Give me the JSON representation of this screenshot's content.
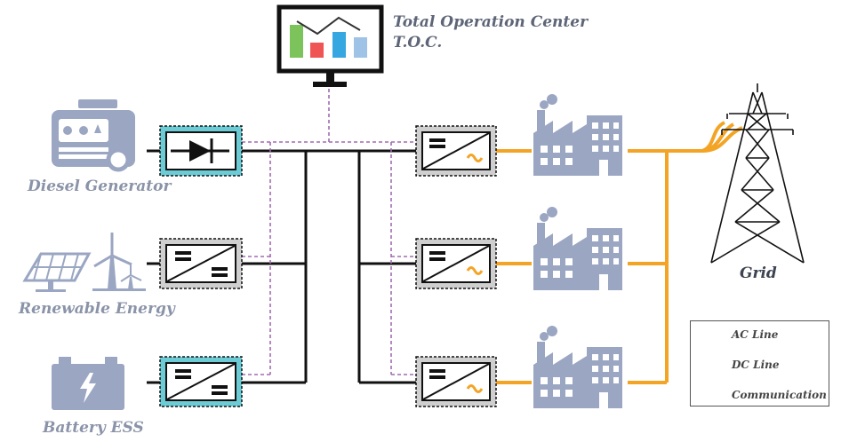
{
  "labels": {
    "diesel": "Diesel Generator",
    "renewable": "Renewable Energy",
    "battery": "Battery ESS",
    "grid": "Grid",
    "toc_line1": "Total Operation Center",
    "toc_line2": "T.O.C."
  },
  "legend": {
    "ac": "AC Line",
    "dc": "DC Line",
    "comm": "Communication"
  },
  "colors": {
    "ac_line": "#f4a425",
    "dc_line": "#111111",
    "comm_line": "#a06cb0",
    "icon_gray": "#9aa6c2",
    "converter_teal": "#6ccbd4",
    "converter_gray": "#cfcfcf",
    "monitor_bars": [
      "#7bc35a",
      "#ef5555",
      "#36a7e0",
      "#9ec3e6"
    ]
  }
}
